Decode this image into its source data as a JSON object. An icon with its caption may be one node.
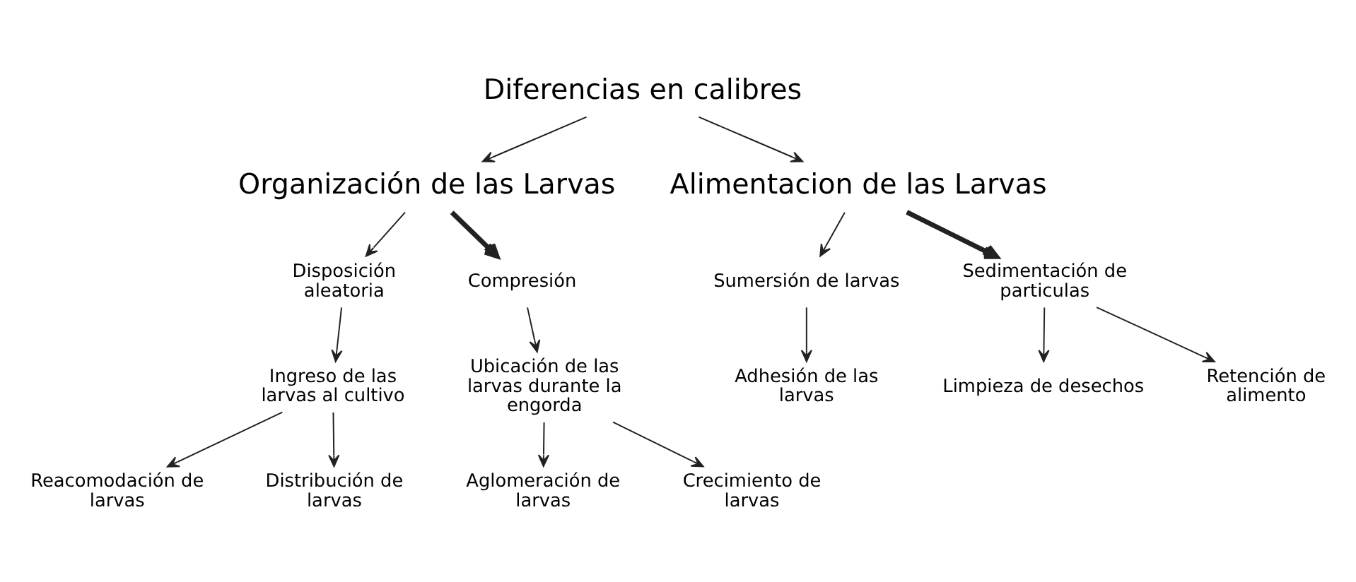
{
  "diagram": {
    "nodes": [
      {
        "text": [
          "Diferencias en calibres"
        ]
      },
      {
        "text": [
          "Organización de las Larvas"
        ]
      },
      {
        "text": [
          "Alimentacion de las Larvas"
        ]
      },
      {
        "text": [
          "Disposición aleatoria"
        ]
      },
      {
        "text": [
          "Compresión"
        ]
      },
      {
        "text": [
          "Sumersión de larvas"
        ]
      },
      {
        "text": [
          "Sedimentación de particulas"
        ]
      },
      {
        "text": [
          "Ingreso de las larvas al cultivo"
        ]
      },
      {
        "text": [
          "Ubicación de las larvas durante la engorda"
        ]
      },
      {
        "text": [
          "Adhesión de las larvas"
        ]
      },
      {
        "text": [
          "Reacomodación de larvas"
        ]
      },
      {
        "text": [
          "Distribución de larvas"
        ]
      },
      {
        "text": [
          "Aglomeración de larvas"
        ]
      },
      {
        "text": [
          "Crecimiento de larvas"
        ]
      },
      {
        "text": [
          "Limpieza de desechos"
        ]
      },
      {
        "text": [
          "Retención de alimento"
        ]
      }
    ],
    "edges": [
      {
        "from": 0,
        "to": 1,
        "arrow": "to"
      },
      {
        "from": 0,
        "to": 2,
        "arrow": "to"
      },
      {
        "from": 1,
        "to": 3,
        "arrow": "to"
      },
      {
        "from": 1,
        "to": 4,
        "arrow": "to",
        "style": "thick"
      },
      {
        "from": 2,
        "to": 5,
        "arrow": "to"
      },
      {
        "from": 2,
        "to": 6,
        "arrow": "to",
        "style": "thick"
      },
      {
        "from": 3,
        "to": 7,
        "arrow": "to"
      },
      {
        "from": 4,
        "to": 8,
        "arrow": "to"
      },
      {
        "from": 5,
        "to": 9,
        "arrow": "to"
      },
      {
        "from": 7,
        "to": 10,
        "arrow": "to"
      },
      {
        "from": 7,
        "to": 11,
        "arrow": "to"
      },
      {
        "from": 8,
        "to": 12,
        "arrow": "to"
      },
      {
        "from": 8,
        "to": 13,
        "arrow": "to"
      },
      {
        "from": 6,
        "to": 14,
        "arrow": "to"
      },
      {
        "from": 6,
        "to": 15,
        "arrow": "to"
      }
    ]
  }
}
